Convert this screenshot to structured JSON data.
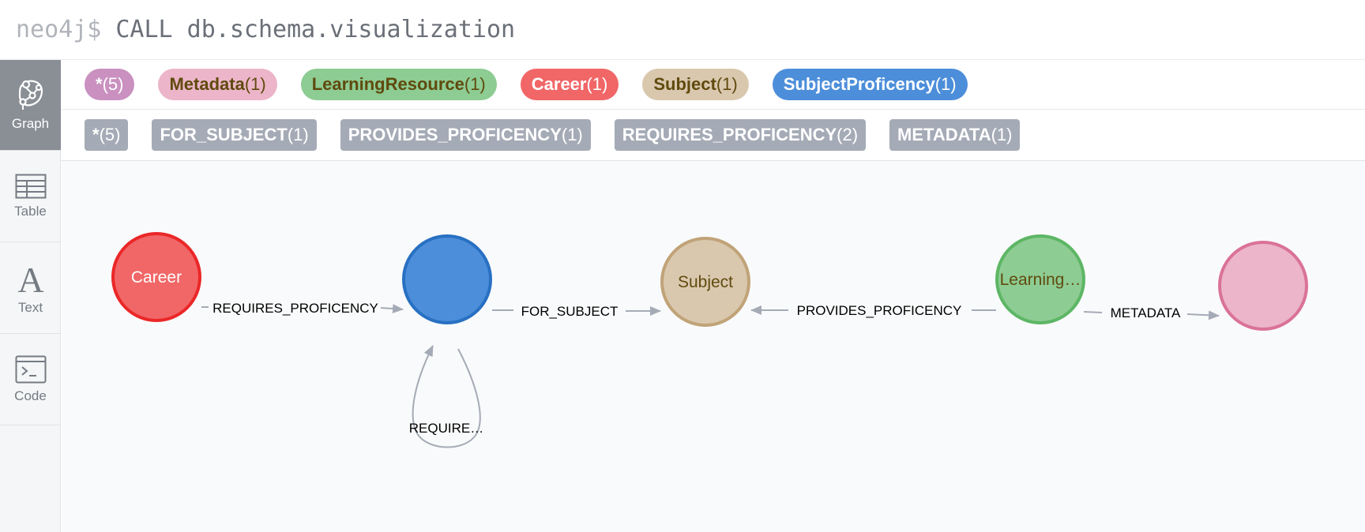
{
  "command": {
    "prompt": "neo4j$",
    "query": "CALL db.schema.visualization"
  },
  "sidebar": {
    "items": [
      {
        "label": "Graph",
        "icon": "graph-icon",
        "active": true
      },
      {
        "label": "Table",
        "icon": "table-icon",
        "active": false
      },
      {
        "label": "Text",
        "icon": "text-icon",
        "active": false
      },
      {
        "label": "Code",
        "icon": "code-icon",
        "active": false
      }
    ]
  },
  "node_labels": [
    {
      "name": "*",
      "count": "(5)",
      "bg": "#c990c0",
      "fg": "#ffffff"
    },
    {
      "name": "Metadata",
      "count": "(1)",
      "bg": "#ecb5c9",
      "fg": "#604a0e"
    },
    {
      "name": "LearningResource",
      "count": "(1)",
      "bg": "#8dcc93",
      "fg": "#604a0e"
    },
    {
      "name": "Career",
      "count": "(1)",
      "bg": "#f16667",
      "fg": "#ffffff"
    },
    {
      "name": "Subject",
      "count": "(1)",
      "bg": "#d9c8ae",
      "fg": "#604a0e"
    },
    {
      "name": "SubjectProficency",
      "count": "(1)",
      "bg": "#4c8eda",
      "fg": "#ffffff"
    }
  ],
  "rel_types": [
    {
      "name": "*",
      "count": "(5)"
    },
    {
      "name": "FOR_SUBJECT",
      "count": "(1)"
    },
    {
      "name": "PROVIDES_PROFICENCY",
      "count": "(1)"
    },
    {
      "name": "REQUIRES_PROFICENCY",
      "count": "(2)"
    },
    {
      "name": "METADATA",
      "count": "(1)"
    }
  ],
  "graph": {
    "nodes": [
      {
        "caption": "Career",
        "fill": "#f16667",
        "stroke": "#eb2728",
        "text": "#ffffff"
      },
      {
        "caption": "",
        "fill": "#4c8eda",
        "stroke": "#2870c2",
        "text": "#ffffff"
      },
      {
        "caption": "Subject",
        "fill": "#d9c8ae",
        "stroke": "#c0a378",
        "text": "#604a0e"
      },
      {
        "caption": "Learning…",
        "fill": "#8dcc93",
        "stroke": "#5db665",
        "text": "#604a0e"
      },
      {
        "caption": "",
        "fill": "#ecb5c9",
        "stroke": "#da7298",
        "text": "#604a0e"
      }
    ],
    "relationships": [
      {
        "caption": "REQUIRES_PROFICENCY"
      },
      {
        "caption": "FOR_SUBJECT"
      },
      {
        "caption": "PROVIDES_PROFICENCY"
      },
      {
        "caption": "METADATA"
      },
      {
        "caption": "REQUIRE…"
      }
    ]
  }
}
